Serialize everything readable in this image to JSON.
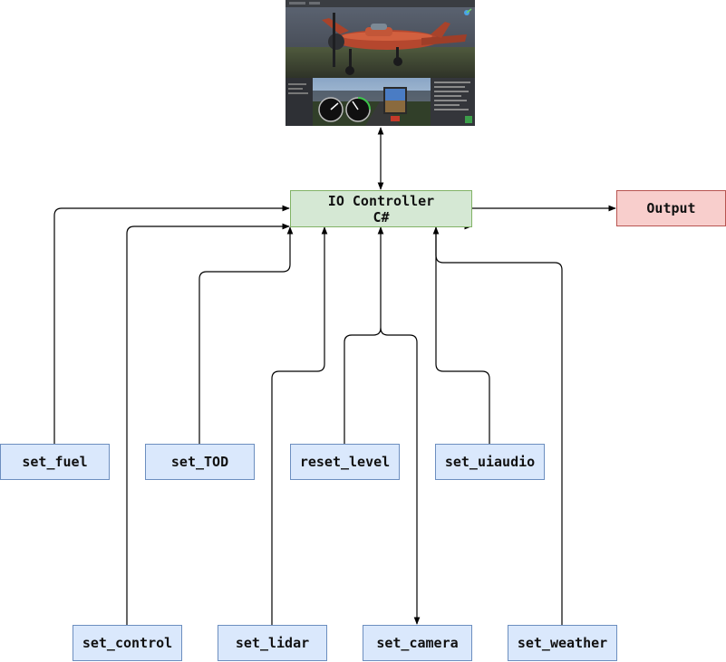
{
  "diagram": {
    "controller": {
      "line1": "IO Controller",
      "line2": "C#"
    },
    "output": {
      "label": "Output"
    },
    "inputs": {
      "set_fuel": "set_fuel",
      "set_tod": "set_TOD",
      "reset_level": "reset_level",
      "set_uiaudio": "set_uiaudio",
      "set_control": "set_control",
      "set_lidar": "set_lidar",
      "set_camera": "set_camera",
      "set_weather": "set_weather"
    },
    "colors": {
      "input_fill": "#dae8fc",
      "input_stroke": "#6c8ebf",
      "controller_fill": "#d5e8d4",
      "controller_stroke": "#82b366",
      "output_fill": "#f8cecc",
      "output_stroke": "#b85450",
      "line": "#000000"
    },
    "image": {
      "subject": "flight-simulator-screenshot"
    }
  }
}
